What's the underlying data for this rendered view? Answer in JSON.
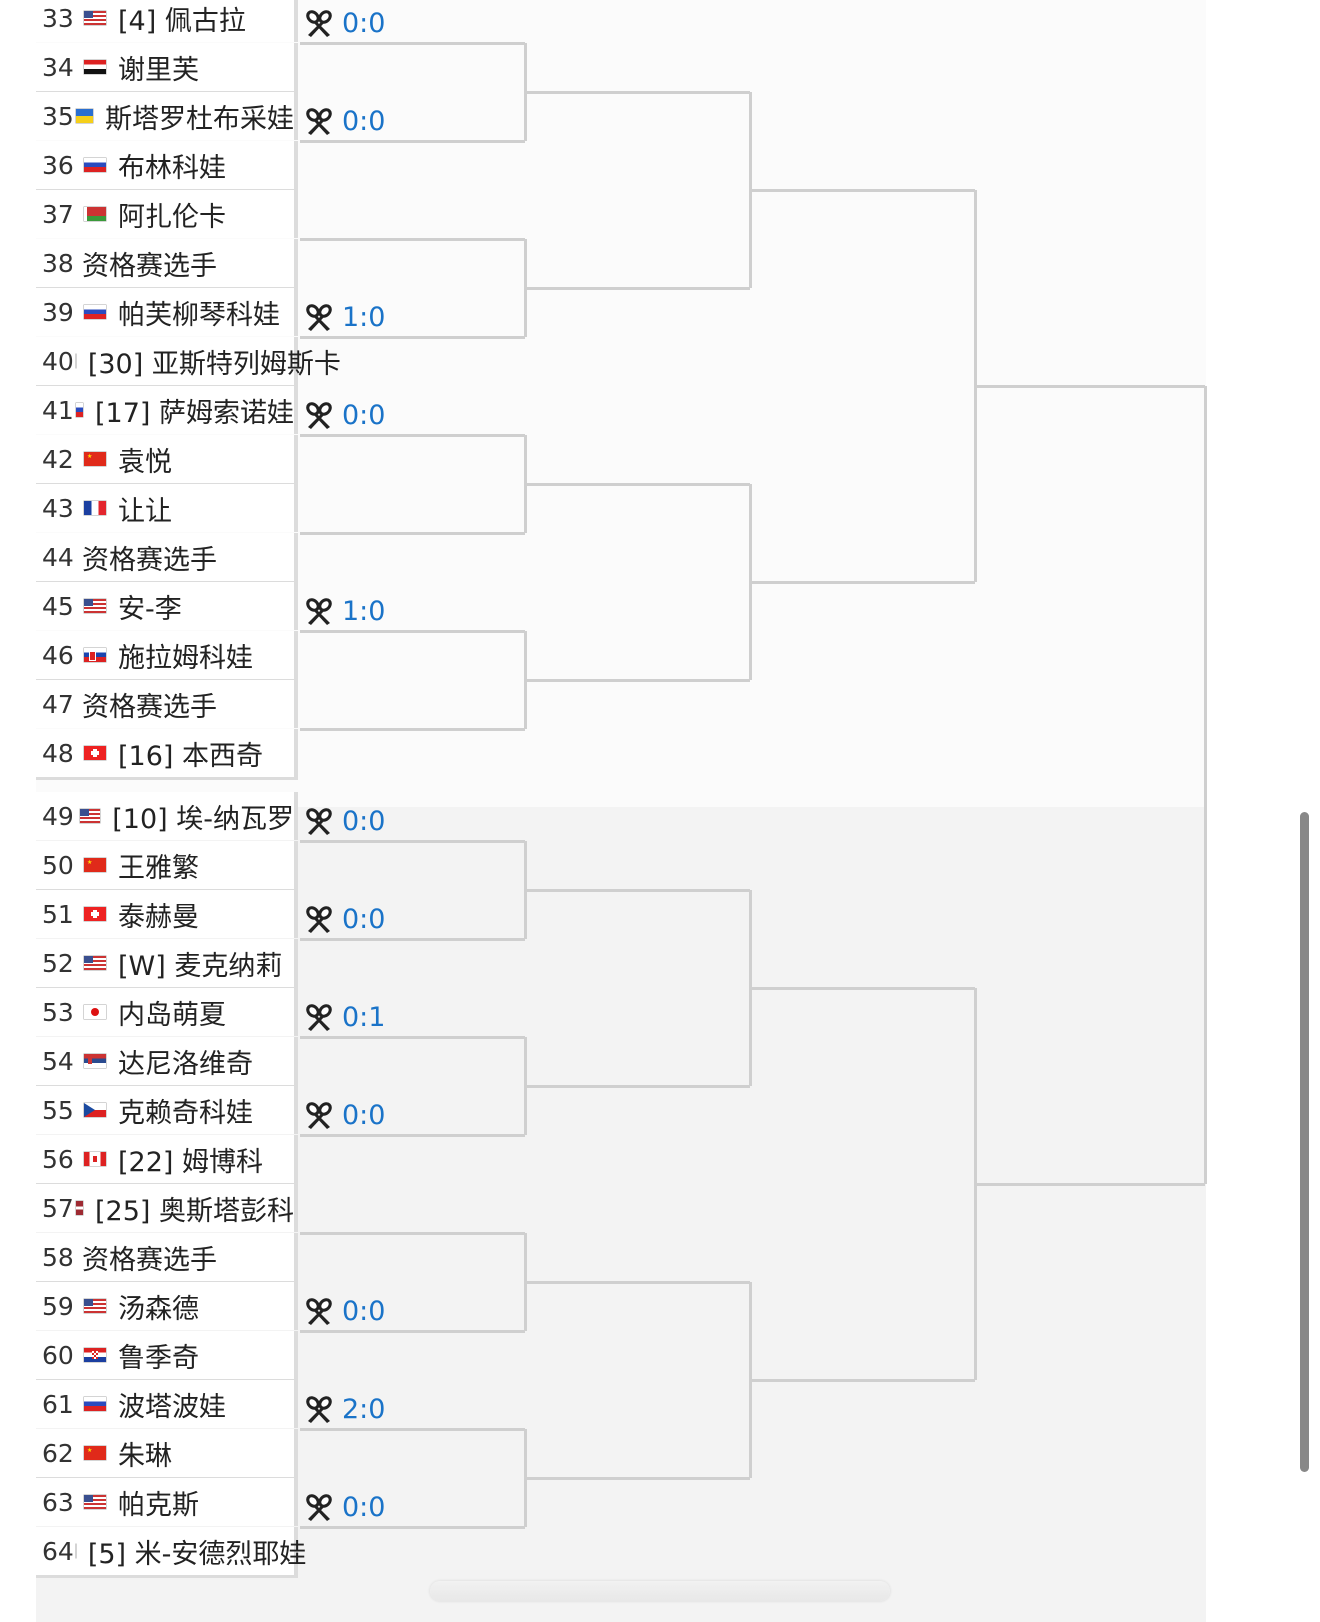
{
  "players": [
    {
      "seed": "33",
      "flag": "us",
      "name": "[4] 佩古拉"
    },
    {
      "seed": "34",
      "flag": "eg",
      "name": "谢里芙"
    },
    {
      "seed": "35",
      "flag": "ua",
      "name": "斯塔罗杜布采娃"
    },
    {
      "seed": "36",
      "flag": "ru",
      "name": "布林科娃"
    },
    {
      "seed": "37",
      "flag": "by",
      "name": "阿扎伦卡"
    },
    {
      "seed": "38",
      "flag": "none",
      "name": "资格赛选手"
    },
    {
      "seed": "39",
      "flag": "ru",
      "name": "帕芙柳琴科娃"
    },
    {
      "seed": "40",
      "flag": "ua",
      "name": "[30] 亚斯特列姆斯卡"
    },
    {
      "seed": "41",
      "flag": "ru",
      "name": "[17] 萨姆索诺娃"
    },
    {
      "seed": "42",
      "flag": "cn",
      "name": "袁悦"
    },
    {
      "seed": "43",
      "flag": "fr",
      "name": "让让"
    },
    {
      "seed": "44",
      "flag": "none",
      "name": "资格赛选手"
    },
    {
      "seed": "45",
      "flag": "us",
      "name": "安-李"
    },
    {
      "seed": "46",
      "flag": "sk",
      "name": "施拉姆科娃"
    },
    {
      "seed": "47",
      "flag": "none",
      "name": "资格赛选手"
    },
    {
      "seed": "48",
      "flag": "ch",
      "name": "[16] 本西奇"
    },
    {
      "seed": "49",
      "flag": "us",
      "name": "[10] 埃-纳瓦罗"
    },
    {
      "seed": "50",
      "flag": "cn",
      "name": "王雅繁"
    },
    {
      "seed": "51",
      "flag": "ch",
      "name": "泰赫曼"
    },
    {
      "seed": "52",
      "flag": "us",
      "name": "[W] 麦克纳莉"
    },
    {
      "seed": "53",
      "flag": "jp",
      "name": "内岛萌夏"
    },
    {
      "seed": "54",
      "flag": "rs",
      "name": "达尼洛维奇"
    },
    {
      "seed": "55",
      "flag": "cz",
      "name": "克赖奇科娃"
    },
    {
      "seed": "56",
      "flag": "ca",
      "name": "[22] 姆博科"
    },
    {
      "seed": "57",
      "flag": "lv",
      "name": "[25] 奥斯塔彭科"
    },
    {
      "seed": "58",
      "flag": "none",
      "name": "资格赛选手"
    },
    {
      "seed": "59",
      "flag": "us",
      "name": "汤森德"
    },
    {
      "seed": "60",
      "flag": "hr",
      "name": "鲁季奇"
    },
    {
      "seed": "61",
      "flag": "ru",
      "name": "波塔波娃"
    },
    {
      "seed": "62",
      "flag": "cn",
      "name": "朱琳"
    },
    {
      "seed": "63",
      "flag": "us",
      "name": "帕克斯"
    },
    {
      "seed": "64",
      "flag": "ru",
      "name": "[5] 米-安德烈耶娃"
    }
  ],
  "matches": [
    {
      "score": "0:0"
    },
    {
      "score": "0:0"
    },
    {
      "score": ""
    },
    {
      "score": "1:0"
    },
    {
      "score": "0:0"
    },
    {
      "score": ""
    },
    {
      "score": "1:0"
    },
    {
      "score": ""
    },
    {
      "score": "0:0"
    },
    {
      "score": "0:0"
    },
    {
      "score": "0:1"
    },
    {
      "score": "0:0"
    },
    {
      "score": ""
    },
    {
      "score": "0:0"
    },
    {
      "score": "2:0"
    },
    {
      "score": "0:0"
    }
  ],
  "icons": {
    "match_icon": "crossed-rackets-icon"
  },
  "colors": {
    "score": "#1a73c8",
    "section_bg_top": "#fdfdfd",
    "section_bg_bottom": "#f3f3f3",
    "bracket_line": "#cfcfcf"
  }
}
